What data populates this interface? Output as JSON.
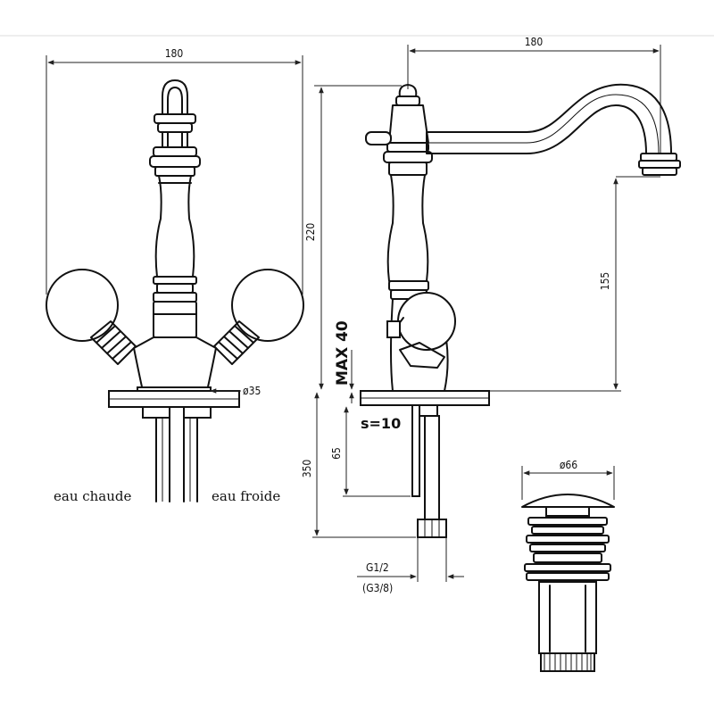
{
  "front_view": {
    "width_dim": "180",
    "hole_dim": "ø35",
    "label_hot": "eau chaude",
    "label_cold": "eau froide"
  },
  "side_view": {
    "spout_dim": "180",
    "height_dim": "220",
    "spout_height_dim": "155",
    "max_deck": "MAX 40",
    "thread_len": "s=10",
    "total_len_dim": "350",
    "tail_dim": "65",
    "connection_1": "G1/2",
    "connection_2": "(G3/8)"
  },
  "waste": {
    "diameter_dim": "ø66"
  }
}
